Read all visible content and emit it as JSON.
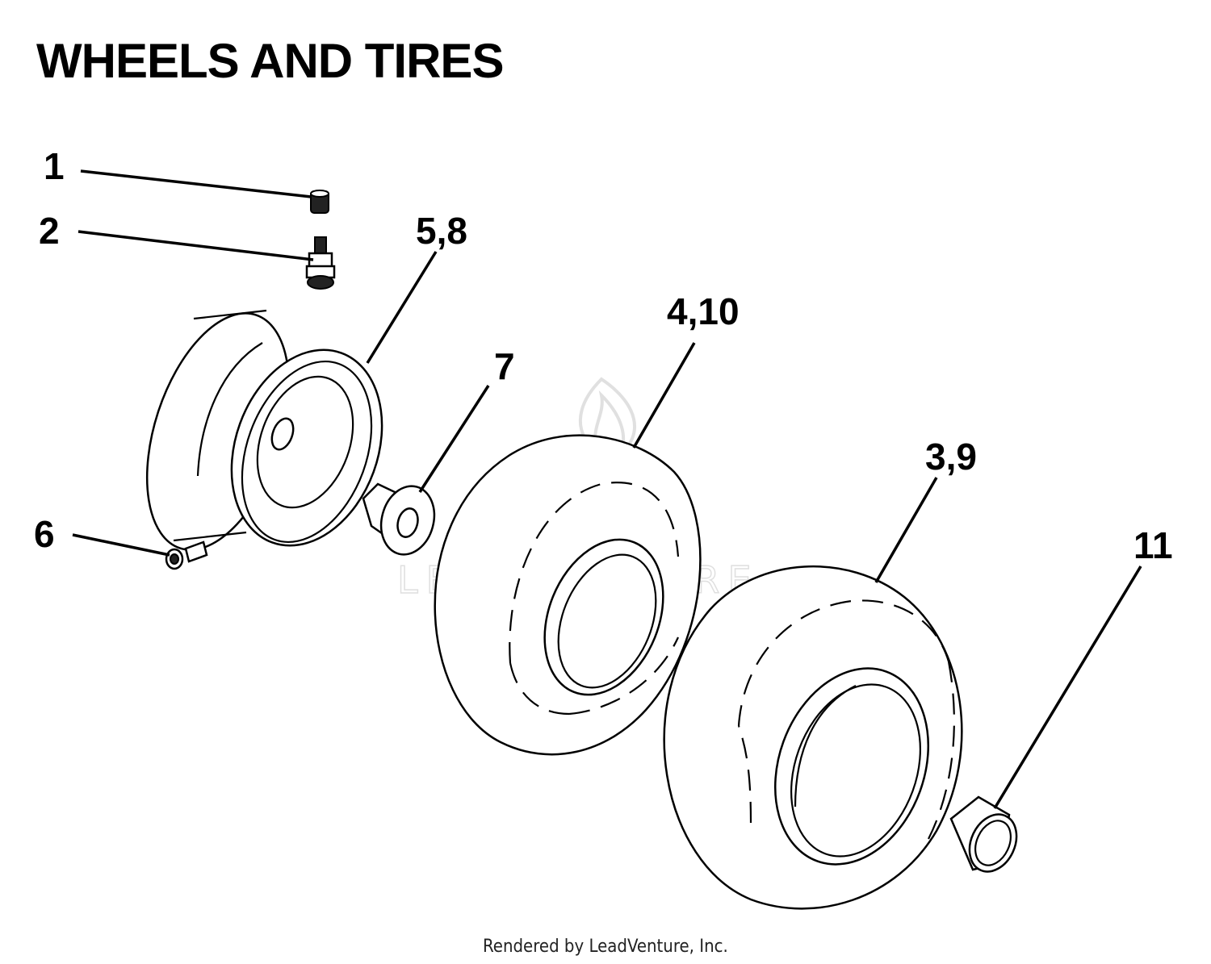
{
  "title": "WHEELS AND TIRES",
  "callouts": {
    "valve_cap": "1",
    "valve_stem": "2",
    "rim": "5,8",
    "tire_small": "4,10",
    "bushing": "7",
    "grease_fitting": "6",
    "tire_large": "3,9",
    "cap": "11"
  },
  "watermark_text": "LEADVENTURE",
  "footer": "Rendered by LeadVenture, Inc."
}
